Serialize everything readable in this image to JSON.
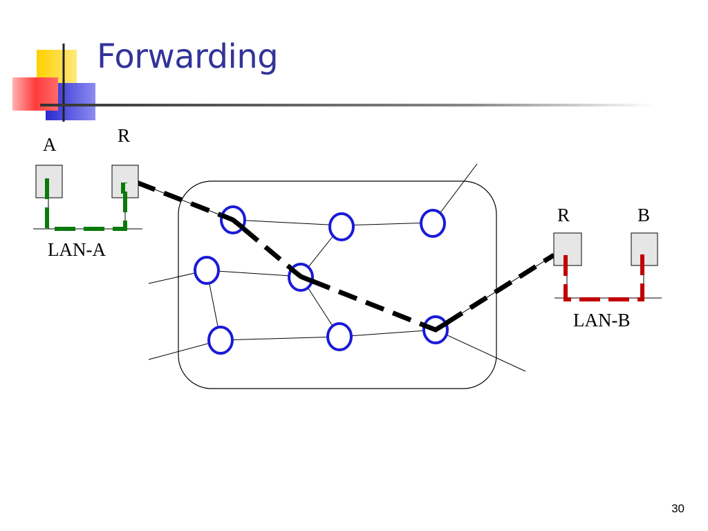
{
  "slide": {
    "title": "Forwarding",
    "number": "30"
  },
  "diagram": {
    "left_network": {
      "host_label": "A",
      "router_label": "R",
      "lan_label": "LAN-A"
    },
    "right_network": {
      "router_label": "R",
      "host_label": "B",
      "lan_label": "LAN-B"
    }
  },
  "colors": {
    "title": "#333399",
    "node_stroke": "#1a1ad6",
    "path_dashed": "#000000",
    "lan_a_path": "#0a7a0a",
    "lan_b_path": "#c00000",
    "box_fill": "#e6e6e6",
    "logo_yellow": "#ffd000",
    "logo_red": "#ff3b3b",
    "logo_blue": "#2a2ad0"
  },
  "icons": [
    "slide-logo-icon"
  ]
}
